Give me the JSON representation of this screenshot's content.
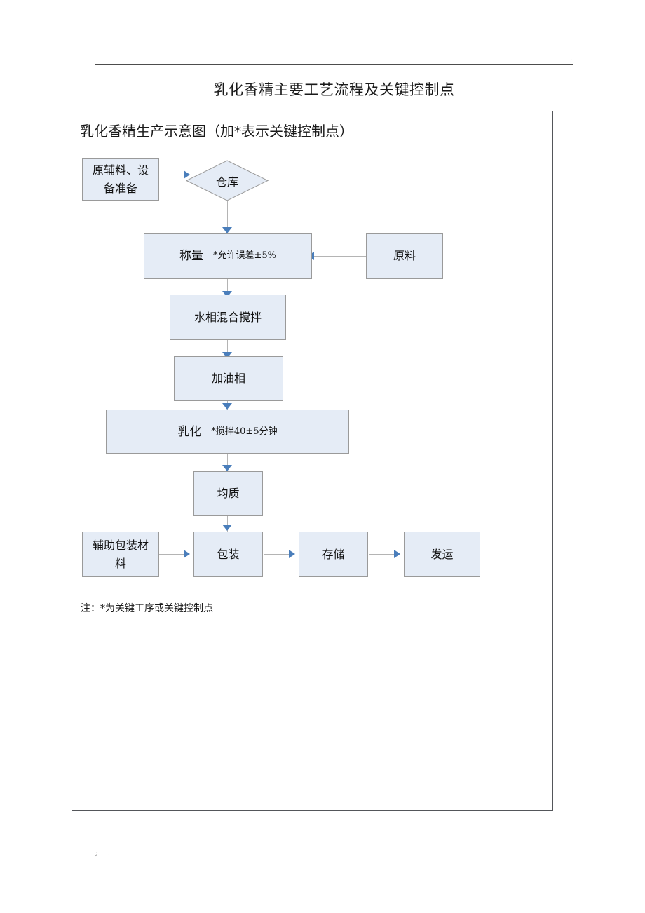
{
  "document": {
    "title": "乳化香精主要工艺流程及关键控制点",
    "header_mark": ".",
    "footer_mark": "; ."
  },
  "chart_box": {
    "heading": "乳化香精生产示意图（加*表示关键控制点）",
    "note": "注：*为关键工序或关键控制点"
  },
  "flow": {
    "nodes": {
      "materials_prep": "原辅料、设\n备准备",
      "warehouse": "仓库",
      "weighing_main": "称量",
      "weighing_note": "*允许误差±5%",
      "raw_material": "原料",
      "water_phase_mixing": "水相混合搅拌",
      "add_oil_phase": "加油相",
      "emulsify_main": "乳化",
      "emulsify_note": "*搅拌40±5分钟",
      "homogenize": "均质",
      "aux_packaging_material": "辅助包装材\n料",
      "packaging": "包装",
      "storage": "存储",
      "shipping": "发运"
    }
  },
  "colors": {
    "node_fill": "#e5ecf6",
    "node_border": "#9a9a9a",
    "arrow": "#4a7ebb",
    "connector": "#b4b4b4",
    "frame_border": "#54565a"
  }
}
